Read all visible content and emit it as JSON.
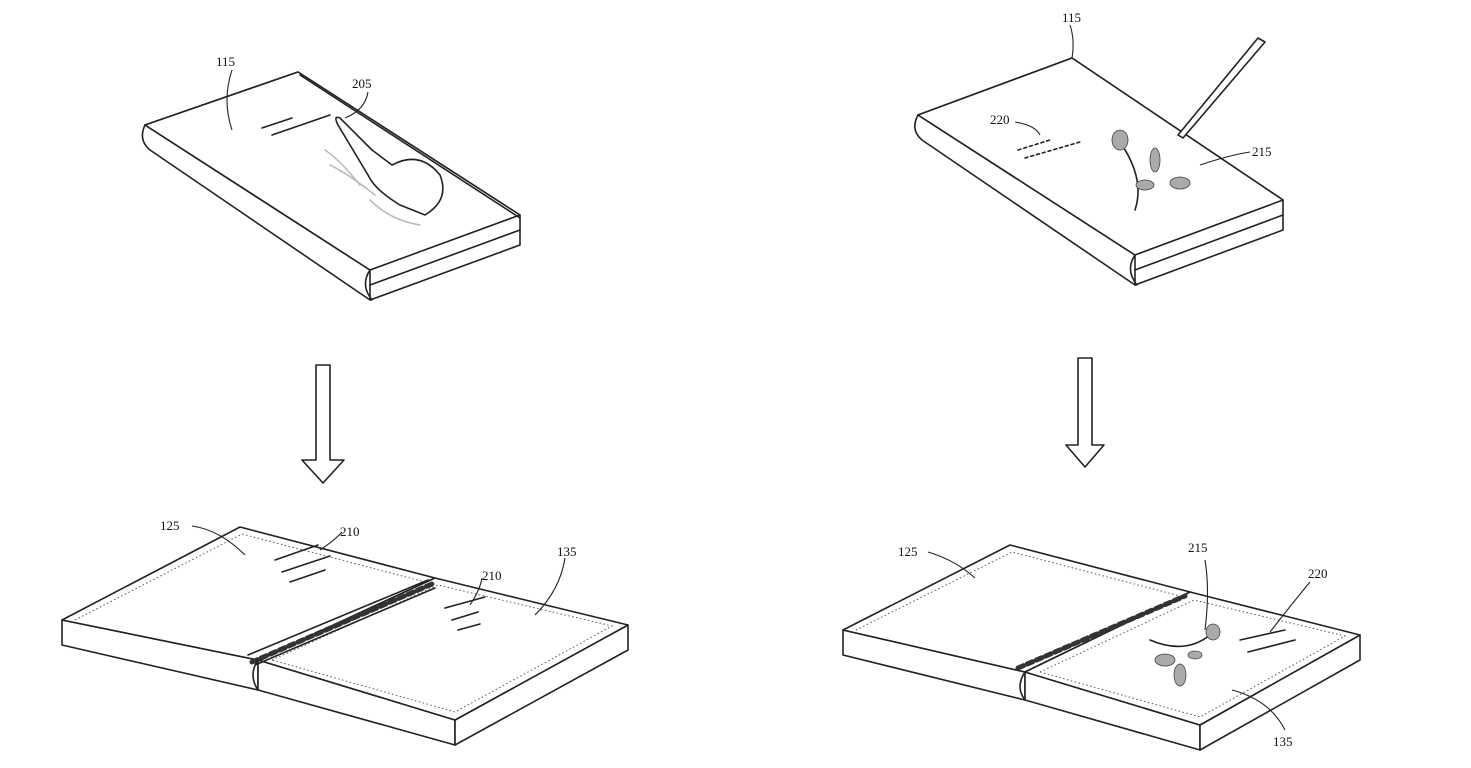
{
  "figure": {
    "top_left": {
      "labels": {
        "device": "115",
        "touch": "205"
      }
    },
    "top_right": {
      "labels": {
        "device": "115",
        "text": "220",
        "drawing": "215"
      }
    },
    "bottom_left": {
      "labels": {
        "left_panel": "125",
        "text_left": "210",
        "text_right": "210",
        "right_panel": "135"
      }
    },
    "bottom_right": {
      "labels": {
        "left_panel": "125",
        "drawing": "215",
        "text": "220",
        "right_panel": "135"
      }
    }
  }
}
